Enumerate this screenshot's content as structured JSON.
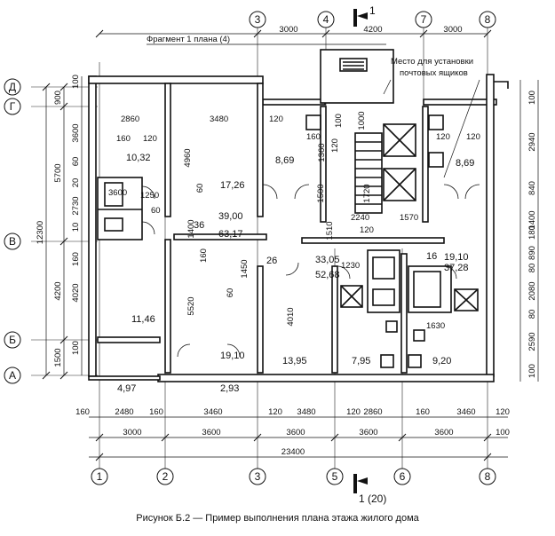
{
  "title": "Фрагмент 1 плана (4)",
  "note": [
    "Место для установки",
    "почтовых ящиков"
  ],
  "caption": "Рисунок Б.2 — Пример выполнения плана этажа жилого дома",
  "section_mark": "1",
  "section_mark_bottom": "1 (20)",
  "axes_top": [
    "3",
    "4",
    "7",
    "8"
  ],
  "axes_bottom": [
    "1",
    "2",
    "3",
    "5",
    "6",
    "8"
  ],
  "axes_left": [
    "Д",
    "Г",
    "В",
    "Б",
    "А"
  ],
  "dims_top": [
    "3000",
    "4200",
    "3000"
  ],
  "dims_bottom_row1": [
    "160",
    "2480",
    "160",
    "3460",
    "120",
    "3480",
    "120",
    "2860",
    "160",
    "3460",
    "120"
  ],
  "dims_bottom_row2": [
    "3000",
    "3600",
    "3600",
    "3600",
    "3600",
    "100"
  ],
  "dims_bottom_total": "23400",
  "dims_left_overall": "12300",
  "dims_left_axes": [
    "900",
    "5700",
    "4200",
    "1500"
  ],
  "dims_left_inner": [
    "100",
    "3600",
    "60",
    "20",
    "2730",
    "10",
    "160",
    "4020",
    "100",
    "60"
  ],
  "dims_right": [
    "100",
    "2940",
    "840",
    "1400",
    "180",
    "890",
    "80",
    "2080",
    "80",
    "2590",
    "100"
  ],
  "areas": [
    "10,32",
    "8,69",
    "17,26",
    "8,69",
    "39,00",
    "63,17",
    "36",
    "33,05",
    "52,68",
    "26",
    "19,10",
    "37,28",
    "16",
    "11,46",
    "19,10",
    "13,95",
    "7,95",
    "9,20",
    "4,97",
    "2,93"
  ],
  "inner_dims": [
    "2860",
    "3480",
    "4960",
    "120",
    "1360",
    "120",
    "160",
    "120",
    "160",
    "120",
    "1500",
    "1720",
    "2240",
    "1570",
    "1510",
    "120",
    "1400",
    "1450",
    "1230",
    "5520",
    "4010",
    "1630",
    "3600",
    "1250",
    "60",
    "60",
    "160",
    "120",
    "100",
    "1000"
  ]
}
